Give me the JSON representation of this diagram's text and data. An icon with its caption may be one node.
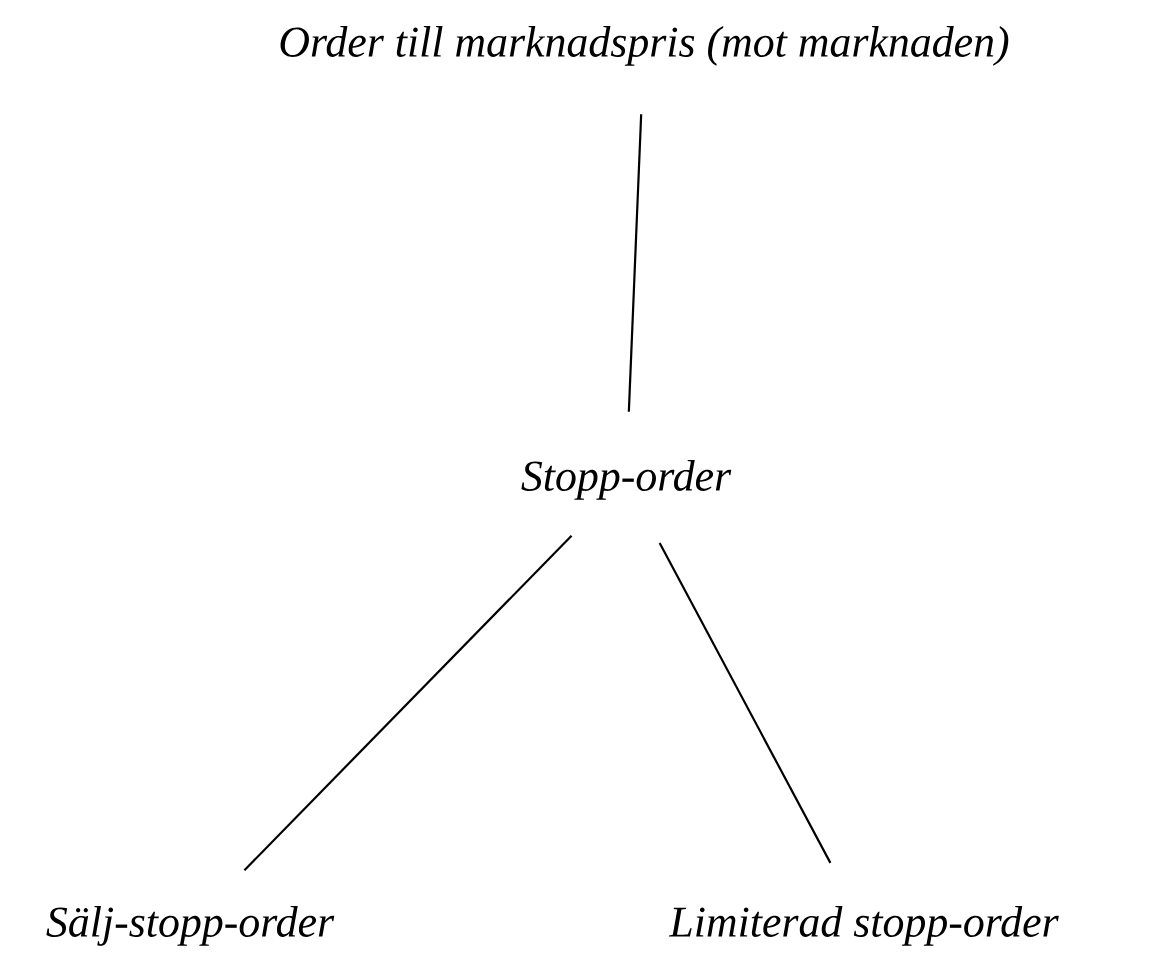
{
  "diagram": {
    "nodes": [
      {
        "text": [
          "Order till marknadspris (mot marknaden)"
        ]
      },
      {
        "text": [
          "Stopp-order"
        ]
      },
      {
        "text": [
          "Sälj-stopp-order"
        ]
      },
      {
        "text": [
          "Limiterad stopp-order"
        ]
      }
    ],
    "edges": [
      {
        "from": 0,
        "to": 1,
        "arrow": "none"
      },
      {
        "from": 1,
        "to": 2,
        "arrow": "none"
      },
      {
        "from": 1,
        "to": 3,
        "arrow": "none"
      }
    ]
  }
}
